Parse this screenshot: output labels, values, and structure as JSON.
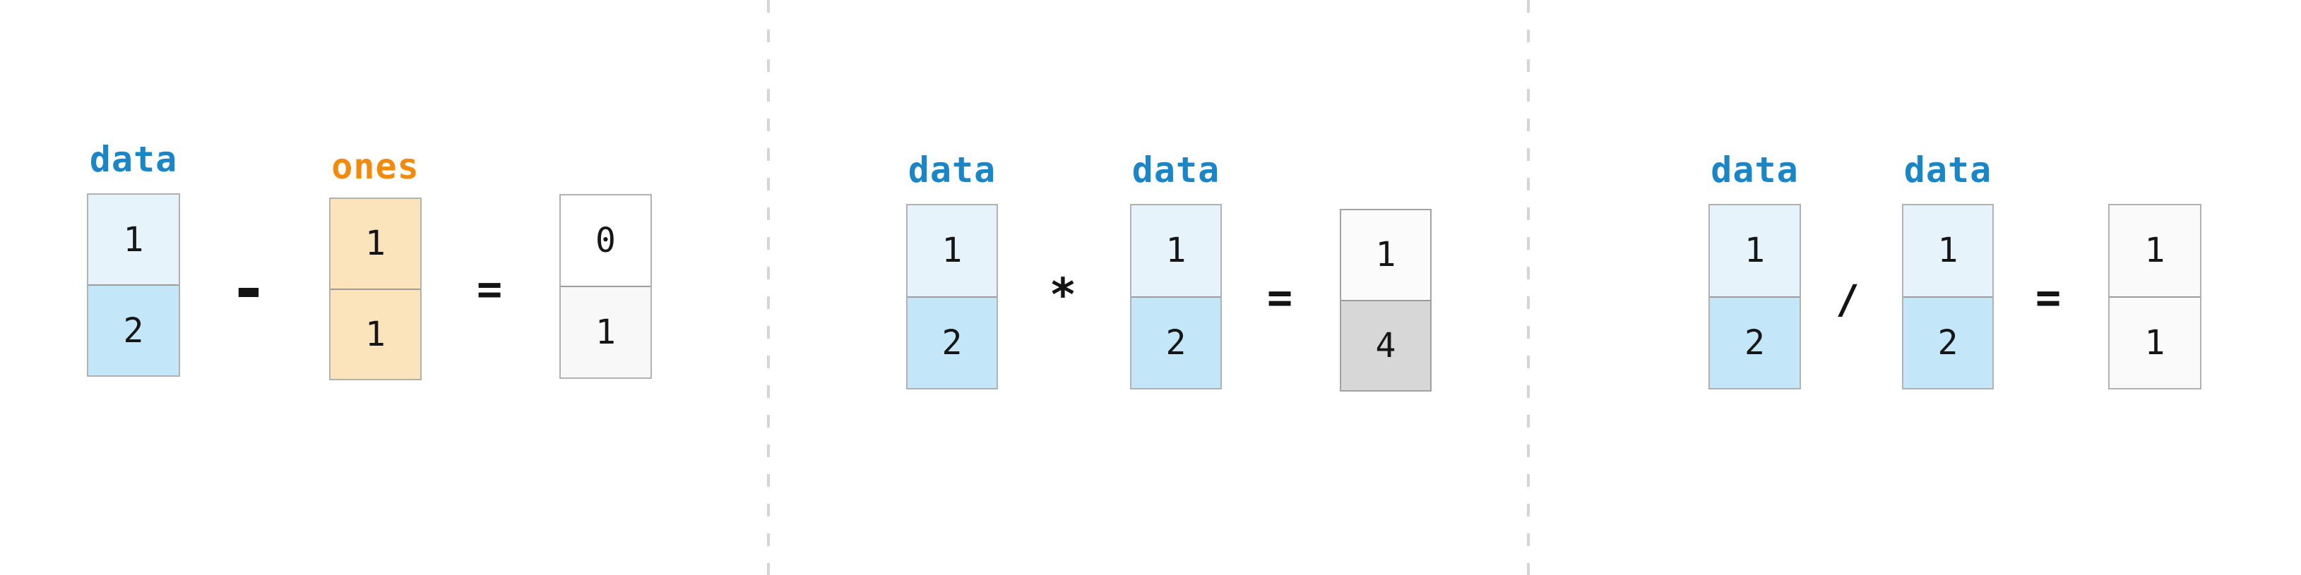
{
  "figure": {
    "background": "#ffffff",
    "divider_color": "#d5d5d5",
    "text_color": "#161616",
    "label_colors": {
      "data": "#1a86c8",
      "ones": "#f28b0d"
    },
    "cell_colors": {
      "data_row0": "#e6f3fb",
      "data_row1": "#c3e6f8",
      "ones": "#fbe3bc",
      "result_white": "#ffffff",
      "result_faint": "#f8f8f8",
      "result_near_white": "#fbfbfb",
      "result_gray_highlight": "#d7d7d7",
      "result_offwhite": "#fafafa"
    }
  },
  "panels": [
    {
      "operation": "subtraction",
      "operator": "-",
      "equals": "=",
      "operands": [
        {
          "label": "data",
          "cells": [
            {
              "value": "1",
              "bg": "#e6f3fb"
            },
            {
              "value": "2",
              "bg": "#c3e6f8"
            }
          ]
        },
        {
          "label": "ones",
          "cells": [
            {
              "value": "1",
              "bg": "#fbe3bc"
            },
            {
              "value": "1",
              "bg": "#fbe3bc"
            }
          ]
        }
      ],
      "result": {
        "cells": [
          {
            "value": "0",
            "bg": "#ffffff"
          },
          {
            "value": "1",
            "bg": "#f8f8f8"
          }
        ]
      }
    },
    {
      "operation": "multiplication",
      "operator": "*",
      "equals": "=",
      "operands": [
        {
          "label": "data",
          "cells": [
            {
              "value": "1",
              "bg": "#e6f3fb"
            },
            {
              "value": "2",
              "bg": "#c3e6f8"
            }
          ]
        },
        {
          "label": "data",
          "cells": [
            {
              "value": "1",
              "bg": "#e6f3fb"
            },
            {
              "value": "2",
              "bg": "#c3e6f8"
            }
          ]
        }
      ],
      "result": {
        "cells": [
          {
            "value": "1",
            "bg": "#fbfbfb"
          },
          {
            "value": "4",
            "bg": "#d7d7d7"
          }
        ]
      }
    },
    {
      "operation": "division",
      "operator": "/",
      "equals": "=",
      "operands": [
        {
          "label": "data",
          "cells": [
            {
              "value": "1",
              "bg": "#e6f3fb"
            },
            {
              "value": "2",
              "bg": "#c3e6f8"
            }
          ]
        },
        {
          "label": "data",
          "cells": [
            {
              "value": "1",
              "bg": "#e6f3fb"
            },
            {
              "value": "2",
              "bg": "#c3e6f8"
            }
          ]
        }
      ],
      "result": {
        "cells": [
          {
            "value": "1",
            "bg": "#fafafa"
          },
          {
            "value": "1",
            "bg": "#fafafa"
          }
        ]
      }
    }
  ]
}
